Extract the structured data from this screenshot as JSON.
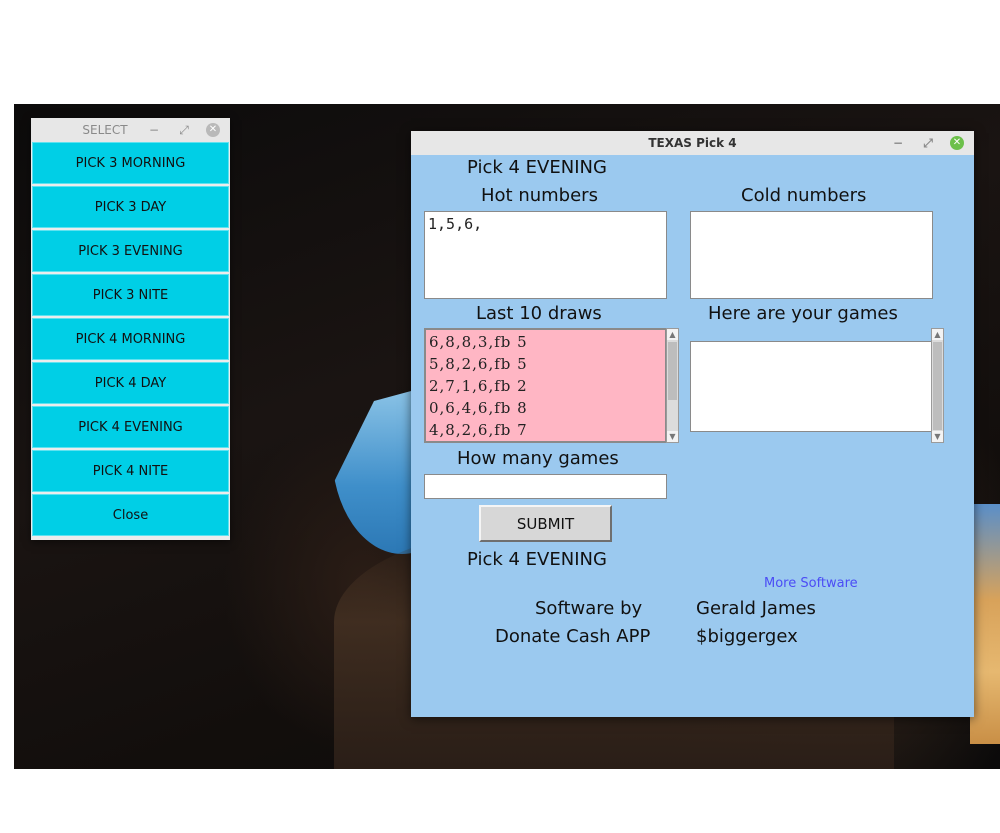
{
  "select_window": {
    "title": "SELECT",
    "buttons": [
      "PICK 3 MORNING",
      "PICK 3 DAY",
      "PICK 3 EVENING",
      "PICK 3 NITE",
      "PICK 4 MORNING",
      "PICK 4 DAY",
      "PICK 4 EVENING",
      "PICK 4 NITE",
      "Close"
    ],
    "title_buttons": {
      "minimize": "−",
      "maximize": "⤢",
      "close": "✕"
    }
  },
  "texas_window": {
    "title": "TEXAS Pick 4",
    "title_buttons": {
      "minimize": "−",
      "maximize": "⤢",
      "close": "✕"
    },
    "game_header": "Pick 4 EVENING",
    "hot_label": "Hot numbers",
    "cold_label": "Cold numbers",
    "hot_value": "1,5,6,",
    "cold_value": "",
    "last_draws_label": "Last 10 draws",
    "draws": [
      "6,8,8,3,fb 5",
      "5,8,2,6,fb 5",
      "2,7,1,6,fb 2",
      "0,6,4,6,fb 8",
      "4,8,2,6,fb 7"
    ],
    "games_label": "Here are your games",
    "games_value": "",
    "how_many_label": "How many games",
    "how_many_value": "",
    "submit_label": "SUBMIT",
    "game_footer": "Pick 4 EVENING",
    "more_software": "More Software",
    "software_by": "Software by",
    "author": "Gerald James",
    "donate": "Donate Cash APP",
    "cashtag": "$biggergex"
  },
  "colors": {
    "select_button": "#00cfe6",
    "texas_background": "#9bc9ef",
    "draws_background": "#ffb6c4",
    "link": "#4b4cf5"
  }
}
